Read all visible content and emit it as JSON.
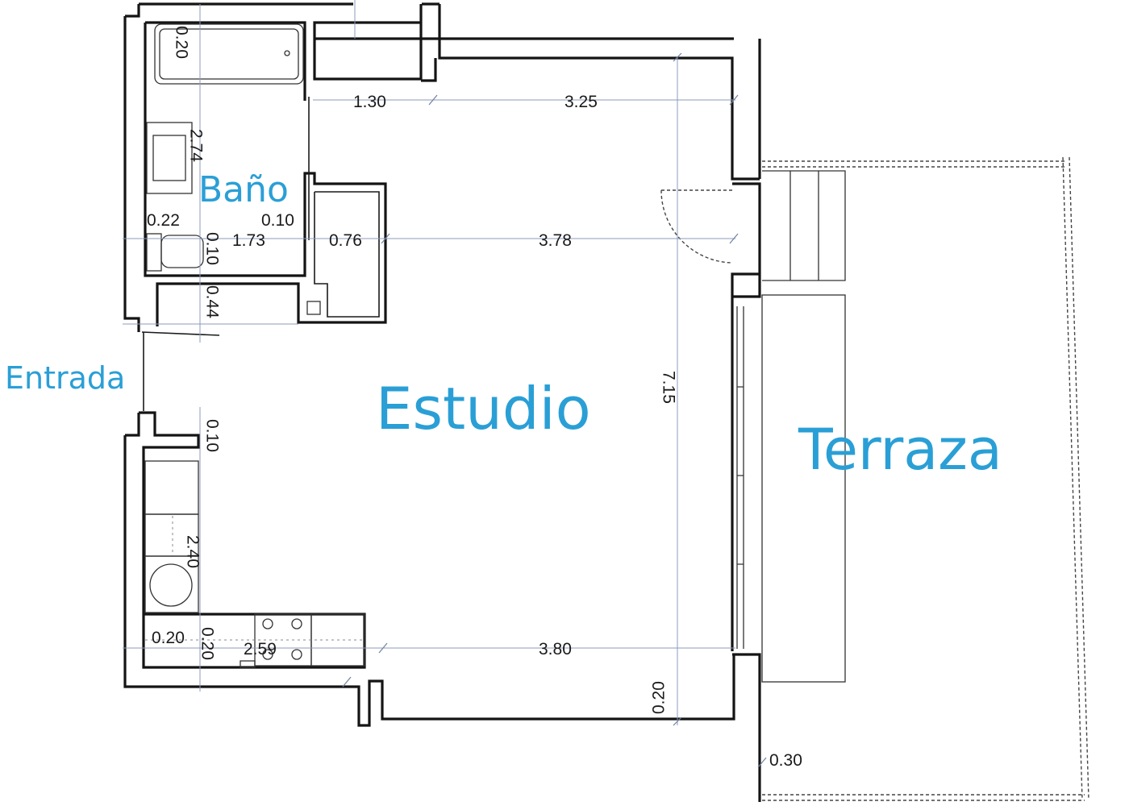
{
  "rooms": {
    "bathroom": "Baño",
    "entrance": "Entrada",
    "studio": "Estudio",
    "terrace": "Terraza"
  },
  "dimensions": {
    "bath_tub_width": "0.20",
    "top_left_width": "1.30",
    "top_right_width": "3.25",
    "bath_height": "2.74",
    "bath_wall_left": "0.22",
    "bath_wall_right": "0.10",
    "bath_wall_vertical": "0.10",
    "bath_width": "1.73",
    "closet_width": "0.76",
    "studio_width_mid": "3.78",
    "entry_wall": "0.44",
    "studio_height": "7.15",
    "kitchen_wall_top": "0.10",
    "kitchen_height": "2.40",
    "kitchen_wall_left": "0.20",
    "kitchen_wall_vertical": "0.20",
    "kitchen_width": "2.59",
    "studio_width_bottom": "3.80",
    "bottom_wall": "0.20",
    "terrace_wall": "0.30"
  },
  "colors": {
    "room_label": "#2a9fd6",
    "wall": "#141414",
    "dimension_line": "#8c9bb8"
  }
}
